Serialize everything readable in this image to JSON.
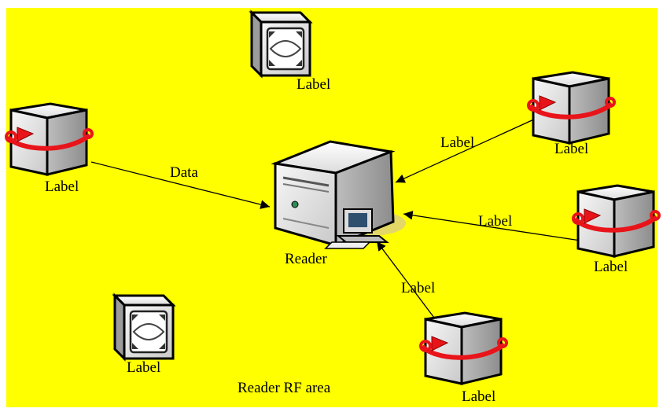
{
  "colors": {
    "area_fill": "#ffff00",
    "tag_ring": "#e8141a",
    "box_face": "#e4e4e4"
  },
  "icons": {
    "reader": "computer-tower-icon",
    "active_tag": "cube-with-rotation-arrow-icon",
    "passive_tag": "device-box-icon"
  },
  "area": {
    "label": "Reader RF area"
  },
  "reader": {
    "label": "Reader"
  },
  "tags": [
    {
      "label": "Label"
    },
    {
      "label": "Label"
    },
    {
      "label": "Label"
    },
    {
      "label": "Label"
    },
    {
      "label": "Label"
    },
    {
      "label": "Label"
    }
  ],
  "links": [
    {
      "label": "Data"
    },
    {
      "label": "Label"
    },
    {
      "label": "Label"
    },
    {
      "label": "Label"
    }
  ]
}
